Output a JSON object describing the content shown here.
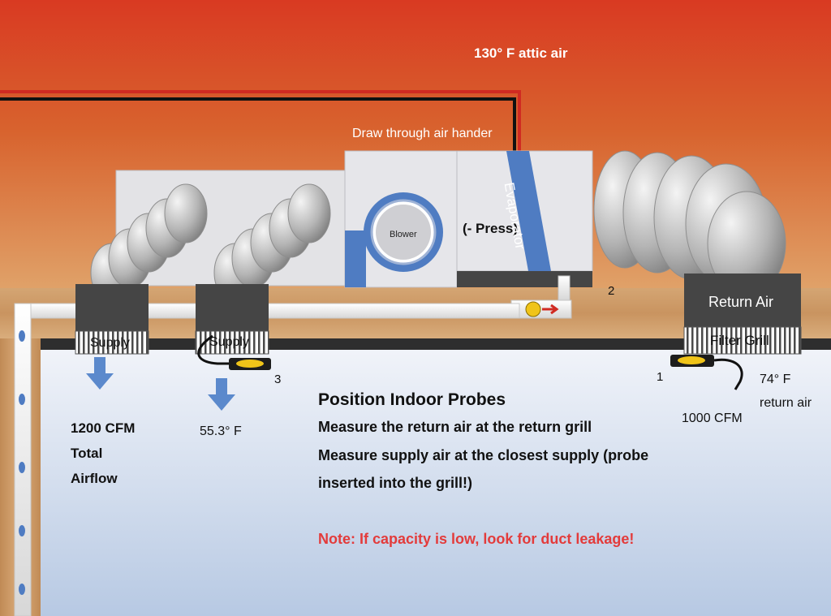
{
  "labels": {
    "attic_air": "130° F attic air",
    "air_handler": "Draw through air hander",
    "blower": "Blower",
    "pressure": "(- Press)",
    "evaporator": "Evaporator",
    "supply_1": "Supply",
    "supply_2": "Supply",
    "return_air": "Return Air",
    "filter_grill": "Filter Grill",
    "probe_1": "1",
    "probe_2": "2",
    "probe_3": "3",
    "total_airflow_line1": "1200 CFM",
    "total_airflow_line2": "Total",
    "total_airflow_line3": "Airflow",
    "supply_temp": "55.3° F",
    "return_cfm": "1000 CFM",
    "return_temp_line1": "74° F",
    "return_temp_line2": "return air"
  },
  "instructions": {
    "title": "Position Indoor Probes",
    "line1": "Measure the return air at the return grill",
    "line2": "Measure supply air at the closest supply (probe",
    "line3": "inserted into the grill!)",
    "note": "Note: If capacity is low, look for duct leakage!"
  },
  "colors": {
    "attic_top": "#d93a22",
    "attic_bottom": "#e0a36a",
    "room_top": "#f3f5fa",
    "room_bottom": "#b7c9e3",
    "accent_blue": "#4f7cc2",
    "note_red": "#e33b3b",
    "dark_box": "#454545",
    "unit_gray": "#e3e3e6"
  }
}
